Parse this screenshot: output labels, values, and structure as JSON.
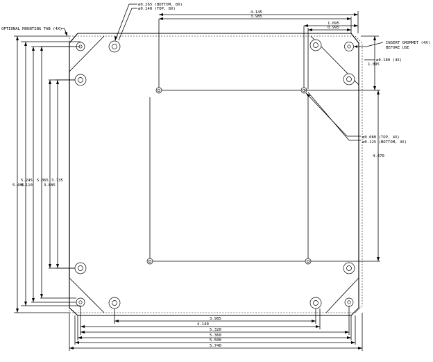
{
  "annotations": {
    "optional_tab": "OPTIONAL MOUNTING TAB (4X)",
    "hole_bottom_8x": "ø0.265 (BOTTOM, 8X)",
    "hole_top_8x": "ø0.140 (TOP, 8X)",
    "grommet_line1": "INSERT GROMMET (4X)",
    "grommet_line2": "BEFORE USE",
    "grommet_hole": "ø0.180 (4X)",
    "small_top": "ø0.080 (TOP, 4X)",
    "small_bottom": "ø0.125 (BOTTOM, 4X)"
  },
  "dimensions": {
    "top_4145": "4.145",
    "top_3985": "3.985",
    "top_1095": "1.095",
    "top_0995": "0.995",
    "right_1095": "1.095",
    "right_4470": "4.470",
    "left_5245": "5.245",
    "left_5065": "5.065",
    "left_3735": "3.735",
    "left_5485": "5.485",
    "left_5110": "5.110",
    "left_3885": "3.885",
    "bottom_3985": "3.985",
    "bottom_4140": "4.140",
    "bottom_5320": "5.320",
    "bottom_5360": "5.360",
    "bottom_5500": "5.500",
    "bottom_5740": "5.740"
  }
}
